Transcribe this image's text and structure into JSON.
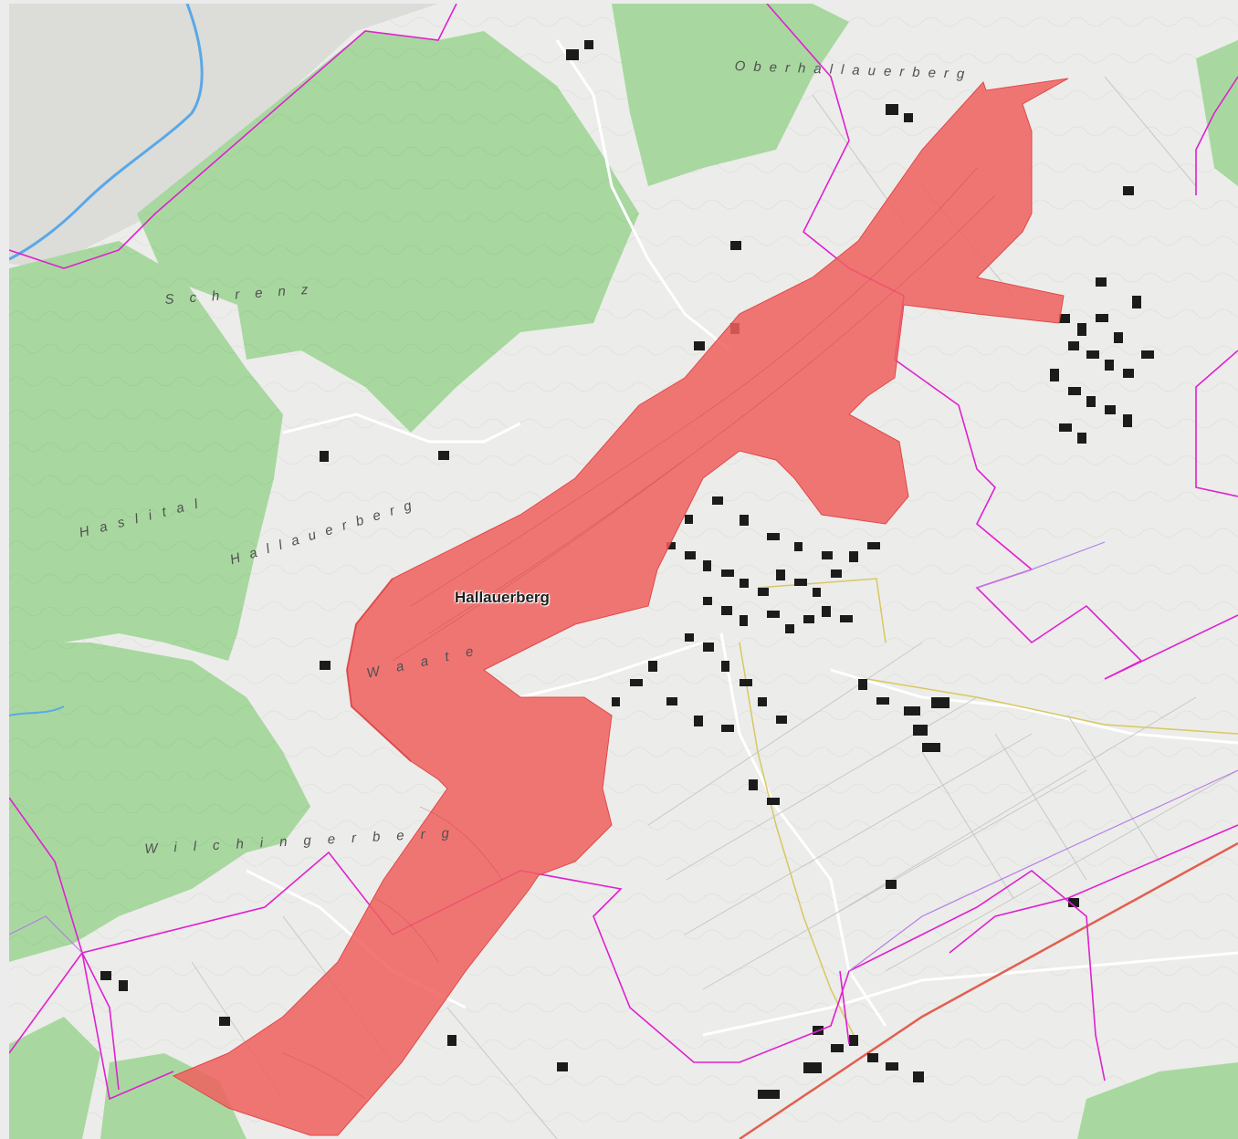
{
  "map": {
    "place_label": "Hallauerberg",
    "terrain_labels": {
      "oberhallauerberg": "Oberhallauerberg",
      "schraenz": "Schrenz",
      "hallauerberg_slope": "Hallauerberg",
      "haslital": "Haslital",
      "wasserlauf": "Waate",
      "wilchingerberg": "Wilchingerberg"
    },
    "colors": {
      "forest": "#a8d8a0",
      "open_land": "#ececea",
      "highlight_area": "#f0605e",
      "boundary": "#e020d0",
      "river": "#5aa8e8",
      "buildings": "#1c1c1c",
      "roads": "#ffffff"
    },
    "icons": {
      "highlighted_zone": "polygon-area",
      "municipal_boundary": "boundary-line",
      "settlement": "building-cluster"
    }
  }
}
